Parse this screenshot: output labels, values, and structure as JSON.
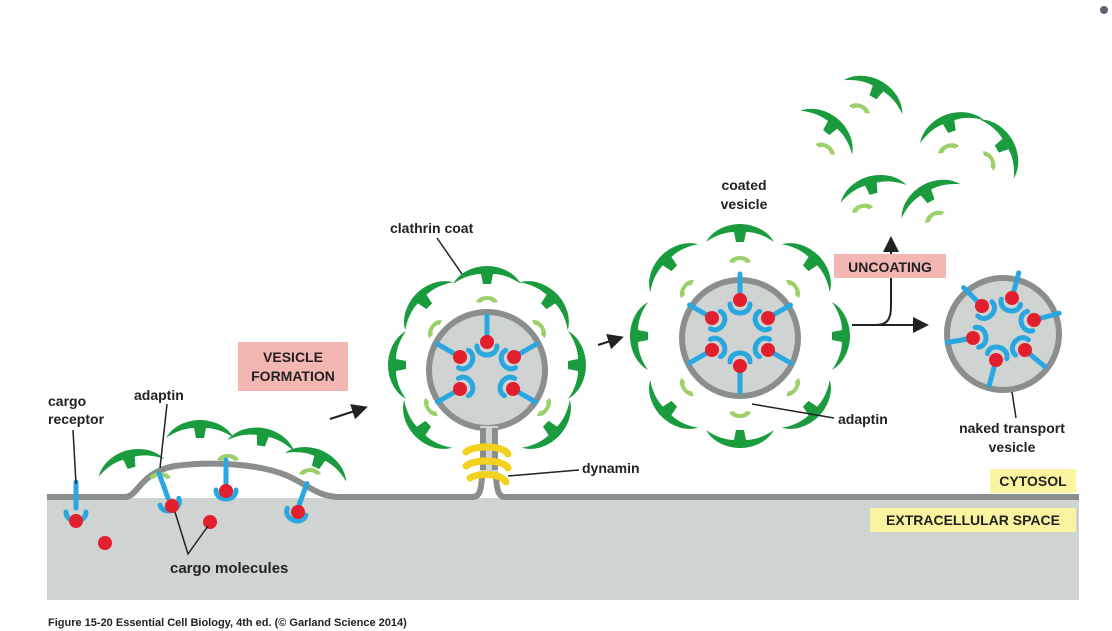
{
  "labels": {
    "cargo_receptor_line1": "cargo",
    "cargo_receptor_line2": "receptor",
    "adaptin_left": "adaptin",
    "cargo_molecules": "cargo molecules",
    "vesicle_formation_line1": "VESICLE",
    "vesicle_formation_line2": "FORMATION",
    "clathrin_coat": "clathrin coat",
    "dynamin": "dynamin",
    "coated_vesicle_line1": "coated",
    "coated_vesicle_line2": "vesicle",
    "adaptin_right": "adaptin",
    "uncoating": "UNCOATING",
    "naked_transport_line1": "naked transport",
    "naked_transport_line2": "vesicle",
    "cytosol": "CYTOSOL",
    "extracellular_space": "EXTRACELLULAR SPACE"
  },
  "caption": "Figure 15-20 Essential Cell Biology, 4th ed. (© Garland Science 2014)",
  "colors": {
    "clathrin": "#1a9c3e",
    "adaptin": "#9bd06a",
    "receptor": "#2aa6e0",
    "cargo": "#e21f2d",
    "membrane": "#8a8e8c",
    "extracellular": "#cfd3d1",
    "dynamin": "#f2d21e",
    "pink_box": "#f4b6b3",
    "yellow_box": "#faf3a0"
  }
}
